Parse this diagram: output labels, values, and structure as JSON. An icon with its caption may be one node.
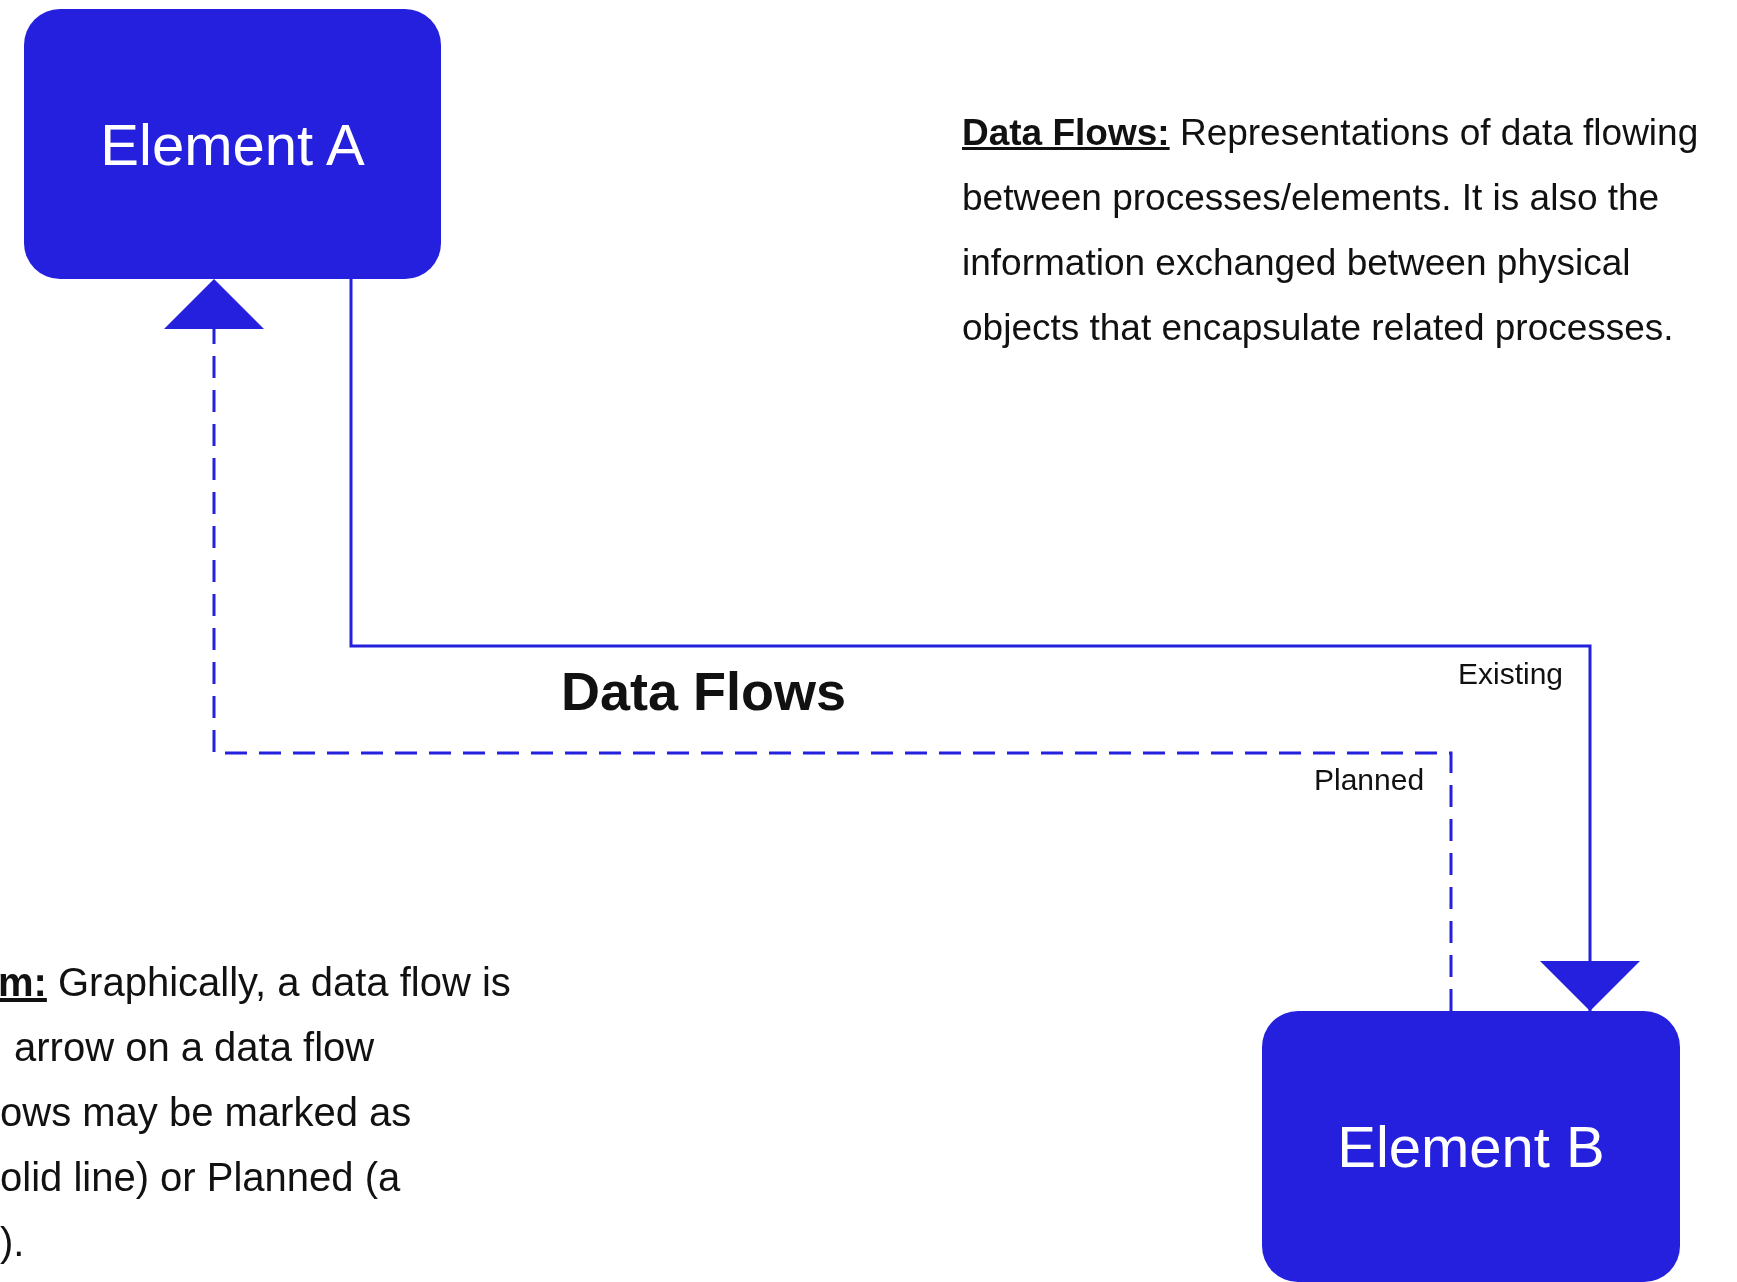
{
  "diagram": {
    "nodes": [
      {
        "text": [
          "Element A"
        ]
      },
      {
        "text": [
          "Element B"
        ]
      }
    ],
    "edges": [
      {
        "from": 0,
        "to": 1,
        "arrow": "to",
        "label": "Existing"
      },
      {
        "from": 1,
        "to": 0,
        "arrow": "to",
        "label": "Planned",
        "style": "dashed"
      }
    ],
    "labels": [
      "**Data Flows:** Representations of data flowing between processes/elements. It is also the information exchanged between physical objects that encapsulate related processes.",
      "Data Flows",
      "**m:** Graphically, a data flow is",
      "arrow on a data flow",
      "ows may be marked as",
      "olid line) or Planned (a",
      ")."
    ]
  }
}
